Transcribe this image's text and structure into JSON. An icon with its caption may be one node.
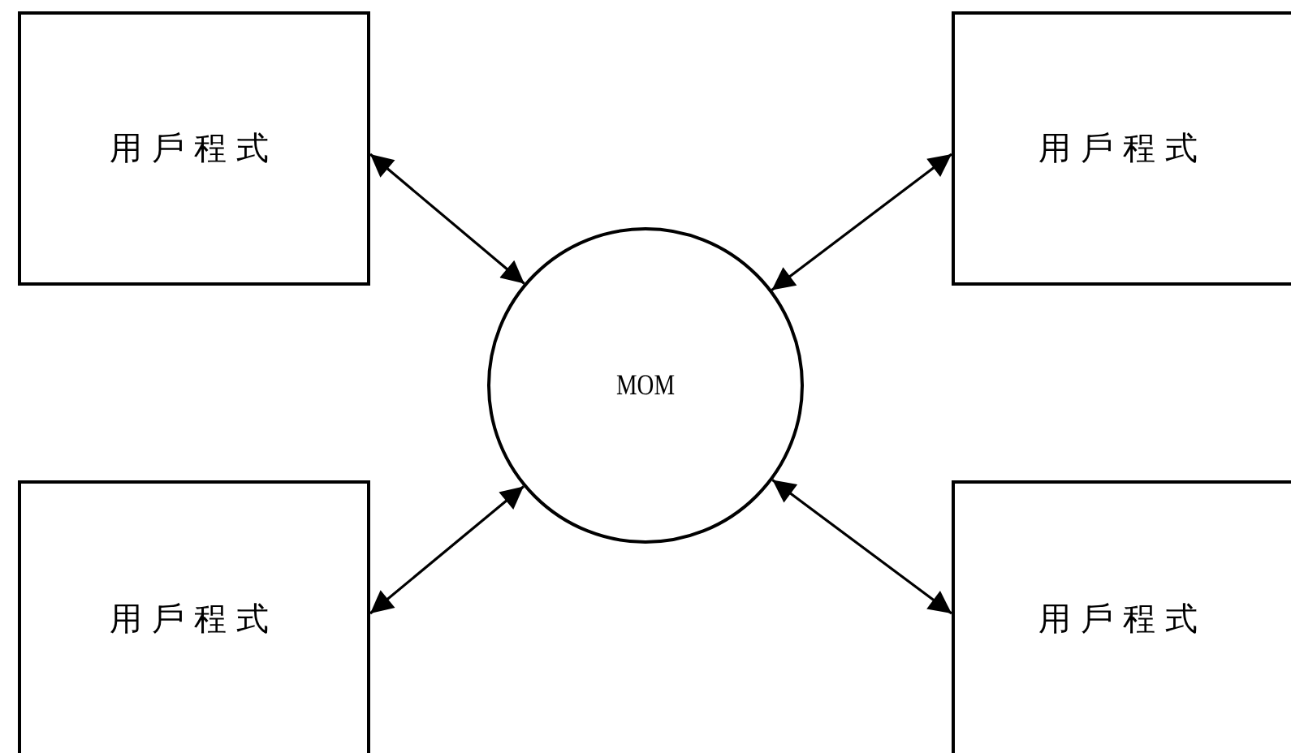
{
  "diagram": {
    "nodes": [
      {
        "text": [
          "用戶程式"
        ]
      },
      {
        "text": [
          "用戶程式"
        ]
      },
      {
        "text": [
          "MOM"
        ]
      },
      {
        "text": [
          "用戶程式"
        ]
      },
      {
        "text": [
          "用戶程式"
        ]
      }
    ],
    "edges": [
      {
        "from": 0,
        "to": 2,
        "arrow": "both"
      },
      {
        "from": 1,
        "to": 2,
        "arrow": "both"
      },
      {
        "from": 3,
        "to": 2,
        "arrow": "both"
      },
      {
        "from": 4,
        "to": 2,
        "arrow": "both"
      }
    ]
  }
}
